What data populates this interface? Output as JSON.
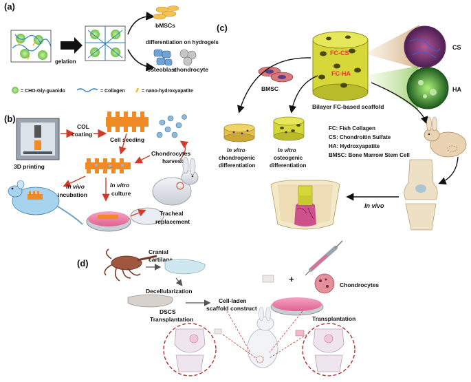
{
  "panel_a": {
    "label": "(a)",
    "gelation": "gelation",
    "bmscs": "bMSCs",
    "differentiation": "differentiation on hydrogels",
    "osteoblast": "osteoblast",
    "chondrocyte": "chondrocyte",
    "legend_cho": "= CHO-Gly-guanido",
    "legend_collagen": "= Collagen",
    "legend_nha": "= nano-hydroxyapatite"
  },
  "panel_b": {
    "label": "(b)",
    "printing": "3D printing",
    "col_coating_1": "COL",
    "col_coating_2": "coating",
    "cell_seeding": "Cell seeding",
    "chondrocytes_1": "Chondrocytes",
    "chondrocytes_2": "harvest",
    "in_vivo_1": "In vivo",
    "in_vivo_2": "incubation",
    "in_vitro_1": "In vitro",
    "in_vitro_2": "culture",
    "tracheal_1": "Tracheal",
    "tracheal_2": "replacement"
  },
  "panel_c": {
    "label": "(c)",
    "fc_cs": "FC-CS",
    "fc_ha": "FC-HA",
    "cs": "CS",
    "ha": "HA",
    "bmsc": "BMSC",
    "scaffold": "Bilayer FC-based scaffold",
    "vitro_chondro_1": "In vitro",
    "vitro_chondro_2": "chondrogenic",
    "vitro_chondro_3": "differentiation",
    "vitro_osteo_1": "In vitro",
    "vitro_osteo_2": "osteogenic",
    "vitro_osteo_3": "differentiation",
    "def_fc": "FC:  Fish Collagen",
    "def_cs": "CS:  Chondroitin Sulfate",
    "def_ha": "HA:  Hydroxyapatite",
    "def_bmsc": "BMSC:  Bone Marrow Stem Cell",
    "in_vivo": "In vivo"
  },
  "panel_d": {
    "label": "(d)",
    "cranial_1": "Cranial",
    "cranial_2": "cartilage",
    "decell": "Decellularization",
    "chondrocytes": "Chondrocytes",
    "plus": "+",
    "dscs": "DSCS",
    "cell_laden_1": "Cell-laden",
    "cell_laden_2": "scaffold construct",
    "transplant_left": "Transplantation",
    "transplant_right": "Transplantation"
  },
  "colors": {
    "hydrogel_green": "#8fd460",
    "collagen_blue": "#2f7fc2",
    "scaffold_yellow": "#d6d83a",
    "accent_red": "#d23a2a",
    "scaffold_orange": "#f08a24",
    "bmsc_purple": "#5b3c8a"
  }
}
